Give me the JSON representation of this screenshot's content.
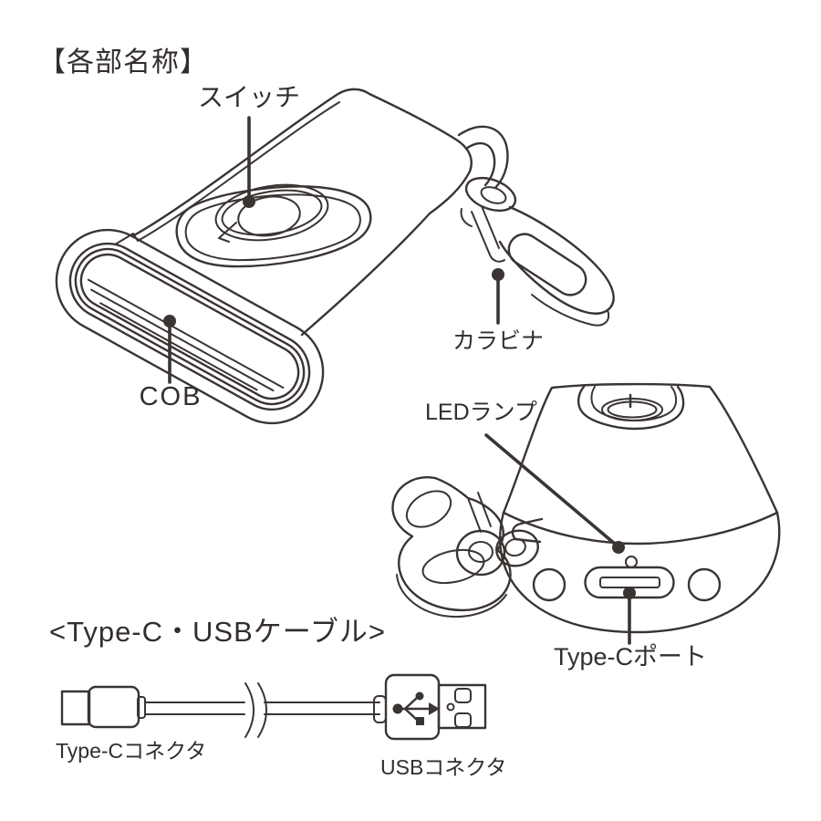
{
  "page": {
    "background": "#ffffff",
    "line_color": "#3a3432",
    "text_color": "#332e2b"
  },
  "sections": {
    "parts": {
      "title": "【各部名称】",
      "labels": {
        "switch": "スイッチ",
        "cob": "COB",
        "carabiner": "カラビナ",
        "led_lamp": "LEDランプ",
        "type_c_port": "Type-Cポート"
      }
    },
    "cable": {
      "heading": "<Type-C・USBケーブル>",
      "labels": {
        "type_c_connector": "Type-Cコネクタ",
        "usb_connector": "USBコネクタ"
      }
    }
  },
  "icons": {
    "usb_symbol": "usb-trident-icon"
  }
}
